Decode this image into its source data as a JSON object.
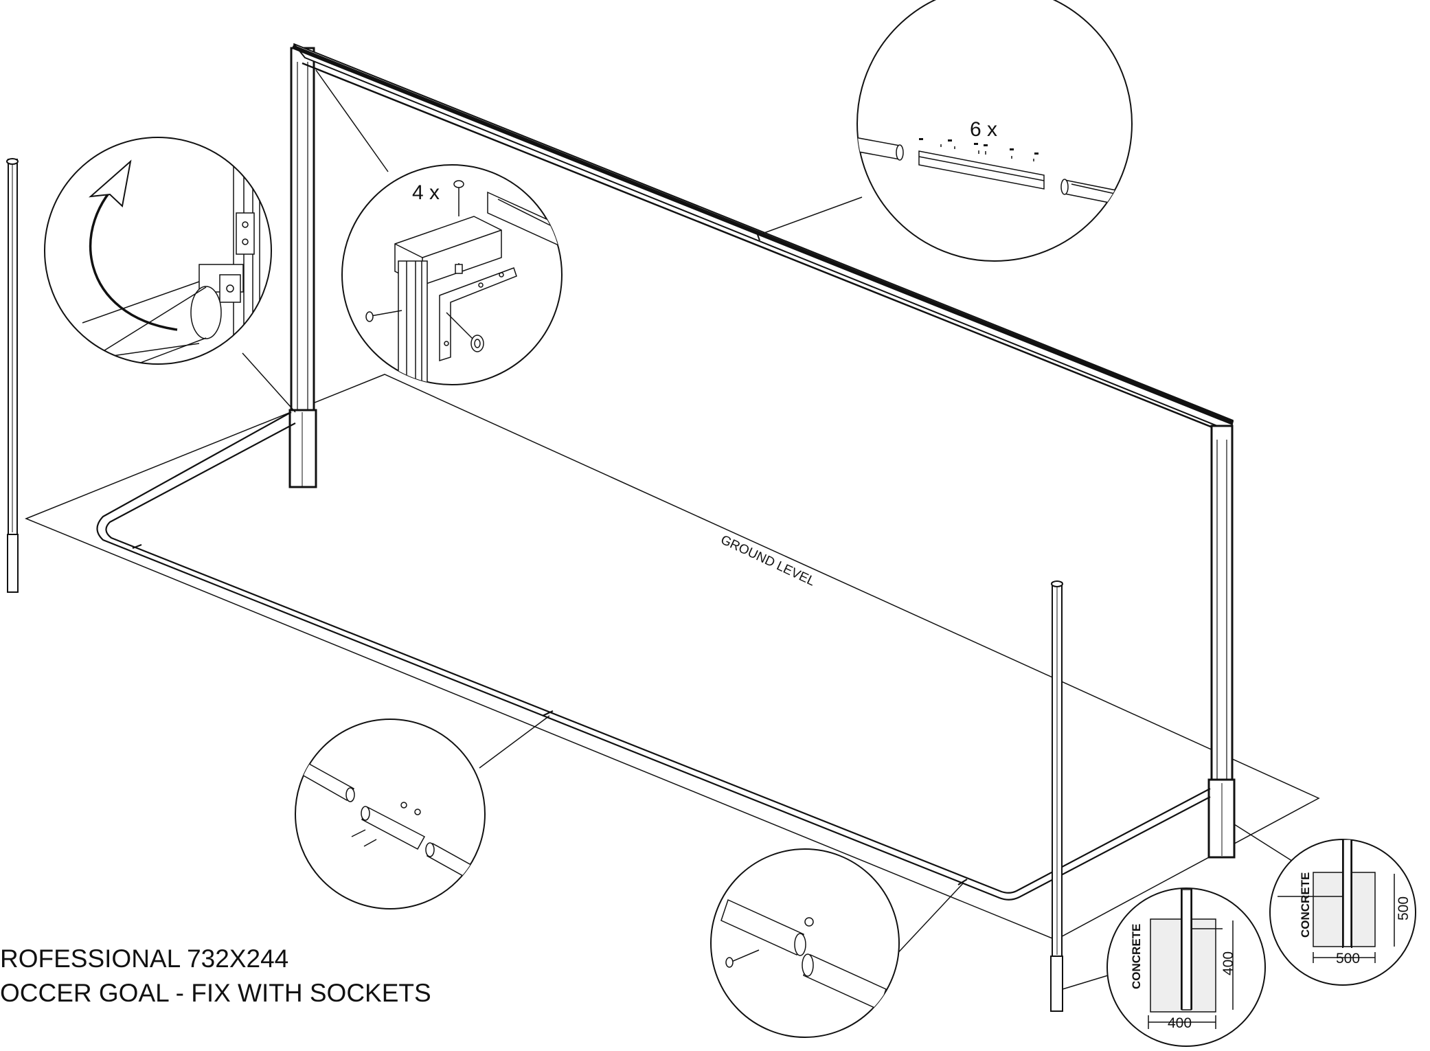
{
  "title": {
    "line1": "ROFESSIONAL 732X244",
    "line2": "OCCER GOAL - FIX WITH SOCKETS"
  },
  "annotations": {
    "ground_level": "GROUND LEVEL",
    "corner_bracket_count": "4 x",
    "crossbar_screw_count": "6 x"
  },
  "socket_details": [
    {
      "material": "CONCRETE",
      "depth": "400",
      "width": "400"
    },
    {
      "material": "CONCRETE",
      "depth": "500",
      "width": "500"
    }
  ],
  "colors": {
    "line": "#111111",
    "background": "#ffffff"
  }
}
